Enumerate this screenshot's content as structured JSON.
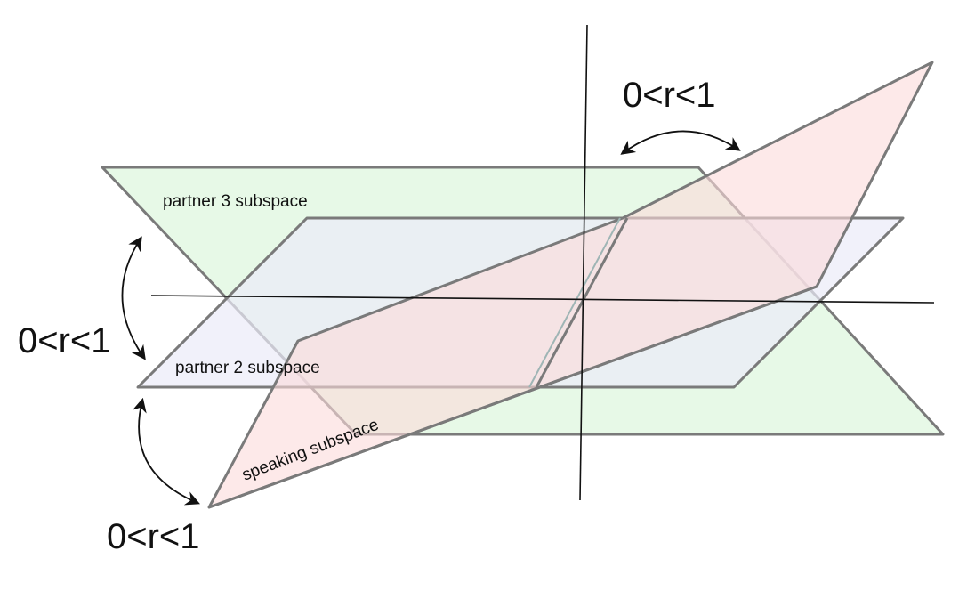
{
  "labels": {
    "partner3": "partner 3 subspace",
    "partner2": "partner 2 subspace",
    "speaking": "speaking subspace",
    "ratio_top": "0<r<1",
    "ratio_left": "0<r<1",
    "ratio_bottom": "0<r<1"
  },
  "colors": {
    "partner3_fill": "#e3f8e3",
    "partner2_fill": "#ebebf8",
    "speaking_fill": "#fbdada",
    "edge": "#7a7a7a",
    "axis": "#111111"
  }
}
